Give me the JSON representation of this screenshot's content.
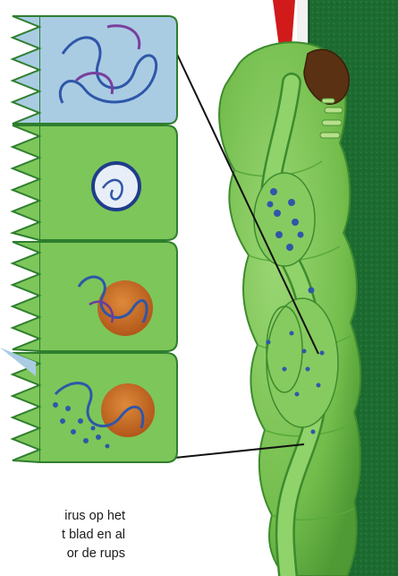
{
  "caption": {
    "lines": [
      "irus op het",
      "t blad en al",
      "or de rups"
    ]
  },
  "panels": [
    {
      "stage": "virus DNA released in gut cell",
      "fill": "#a9cce3"
    },
    {
      "stage": "virus particle entering nucleus",
      "fill": "#7dc65a"
    },
    {
      "stage": "virus replicating at nucleus",
      "fill": "#7dc65a"
    },
    {
      "stage": "nucleus bursting, new virus particles",
      "fill": "#7dc65a"
    }
  ],
  "colors": {
    "leaf_dark": "#1c6b30",
    "caterpillar": "#79c252",
    "caterpillar_outline": "#3d8b2e",
    "gut": "#8fd36a",
    "virus": "#2f57a8",
    "nucleus": "#c96a1c",
    "stem": "#d11a1a",
    "head": "#5a3112"
  }
}
